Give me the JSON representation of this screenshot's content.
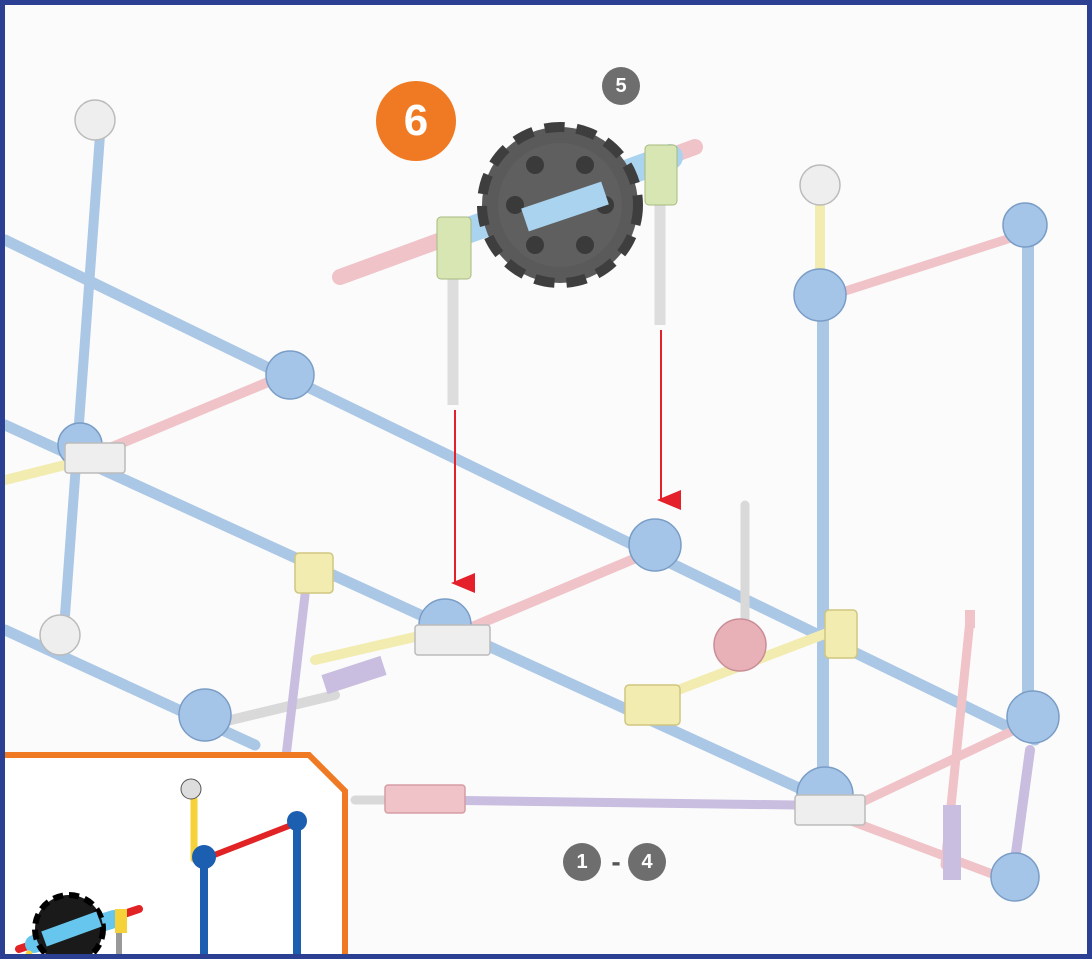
{
  "step_badge": {
    "label": "6",
    "color": "#f07a23"
  },
  "component_badges": {
    "part_five": "5",
    "range_start": "1",
    "range_separator": "-",
    "range_end": "4",
    "color": "#6e6e6e"
  },
  "colors": {
    "frame_border": "#2b3f93",
    "inset_border": "#f07a23",
    "guide_arrow": "#e4202a",
    "rod_blue": "#aac7e6",
    "rod_pink": "#efc3c8",
    "rod_yellow": "#f2ecb0",
    "rod_purple": "#c9bde0",
    "rod_grey": "#d9d9d9",
    "gear": "#5a5a5a"
  },
  "icons": [
    "blue-connector-icon",
    "white-connector-icon",
    "gear-icon",
    "down-arrow-icon"
  ]
}
